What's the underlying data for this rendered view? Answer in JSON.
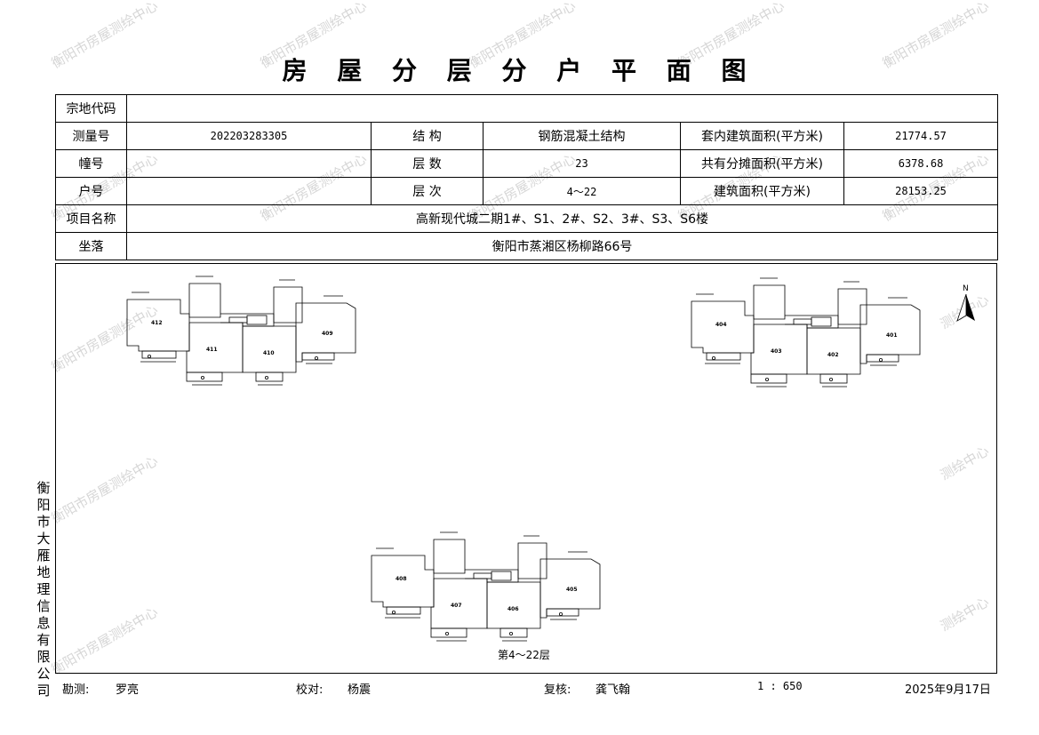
{
  "title": "房 屋 分 层 分 户 平 面 图",
  "watermark": "衡阳市房屋测绘中心",
  "watermark_partial": "测绘中心",
  "table": {
    "row1": {
      "label": "宗地代码",
      "value": ""
    },
    "row2": {
      "label": "测量号",
      "value": "202203283305",
      "label2": "结  构",
      "value2": "钢筋混凝土结构",
      "label3": "套内建筑面积(平方米)",
      "value3": "21774.57"
    },
    "row3": {
      "label": "幢号",
      "value": "",
      "label2": "层  数",
      "value2": "23",
      "label3": "共有分摊面积(平方米)",
      "value3": "6378.68"
    },
    "row4": {
      "label": "户号",
      "value": "",
      "label2": "层  次",
      "value2": "4～22",
      "label3": "建筑面积(平方米)",
      "value3": "28153.25"
    },
    "row5": {
      "label": "项目名称",
      "value": "高新现代城二期1#、S1、2#、S2、3#、S3、S6楼"
    },
    "row6": {
      "label": "坐落",
      "value": "衡阳市蒸湘区杨柳路66号"
    }
  },
  "plans": {
    "left": {
      "units": [
        "412",
        "411",
        "410",
        "409"
      ]
    },
    "right": {
      "units": [
        "404",
        "403",
        "402",
        "401"
      ]
    },
    "bottom": {
      "units": [
        "408",
        "407",
        "406",
        "405"
      ]
    },
    "floor_label": "第4～22层",
    "north": "N"
  },
  "company": "衡阳市大雁地理信息有限公司",
  "footer": {
    "survey_label": "勘测:",
    "survey_name": "罗亮",
    "check_label": "校对:",
    "check_name": "杨震",
    "review_label": "复核:",
    "review_name": "龚飞翰",
    "scale": "1 : 650",
    "date": "2025年9月17日"
  }
}
